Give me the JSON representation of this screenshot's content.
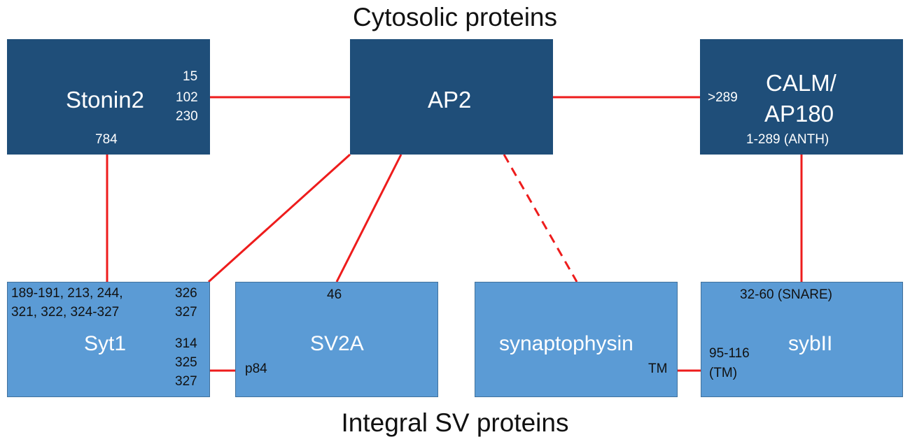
{
  "headings": {
    "top": "Cytosolic proteins",
    "bottom": "Integral SV proteins"
  },
  "colors": {
    "cytosolic_box": "#1f4e79",
    "integral_box": "#5b9bd5",
    "interaction_line": "#ee1c1c"
  },
  "nodes": {
    "stonin2": {
      "name": "Stonin2",
      "sites_right": [
        "15",
        "102",
        "230"
      ],
      "site_bottom": "784"
    },
    "ap2": {
      "name": "AP2"
    },
    "calm": {
      "name_line1": "CALM/",
      "name_line2": "AP180",
      "site_left": ">289",
      "site_bottom": "1-289 (ANTH)"
    },
    "syt1": {
      "name": "Syt1",
      "sites_top_line1": "189-191, 213, 244,",
      "sites_top_line2": "321, 322, 324-327",
      "sites_right_upper": [
        "326",
        "327"
      ],
      "sites_right_lower": [
        "314",
        "325",
        "327"
      ]
    },
    "sv2a": {
      "name": "SV2A",
      "site_top": "46",
      "site_left": "p84"
    },
    "synaptophysin": {
      "name": "synaptophysin",
      "site_right": "TM"
    },
    "sybii": {
      "name": "sybII",
      "site_top": "32-60 (SNARE)",
      "site_left_line1": "95-116",
      "site_left_line2": "(TM)"
    }
  },
  "links": [
    {
      "from": "stonin2",
      "to": "ap2",
      "style": "solid"
    },
    {
      "from": "ap2",
      "to": "calm",
      "style": "solid"
    },
    {
      "from": "stonin2",
      "to": "syt1",
      "style": "solid"
    },
    {
      "from": "ap2",
      "to": "syt1",
      "style": "solid"
    },
    {
      "from": "ap2",
      "to": "sv2a",
      "style": "solid"
    },
    {
      "from": "ap2",
      "to": "synaptophysin",
      "style": "dashed"
    },
    {
      "from": "calm",
      "to": "sybii",
      "style": "solid"
    },
    {
      "from": "syt1",
      "to": "sv2a",
      "style": "solid"
    },
    {
      "from": "synaptophysin",
      "to": "sybii",
      "style": "solid"
    }
  ]
}
